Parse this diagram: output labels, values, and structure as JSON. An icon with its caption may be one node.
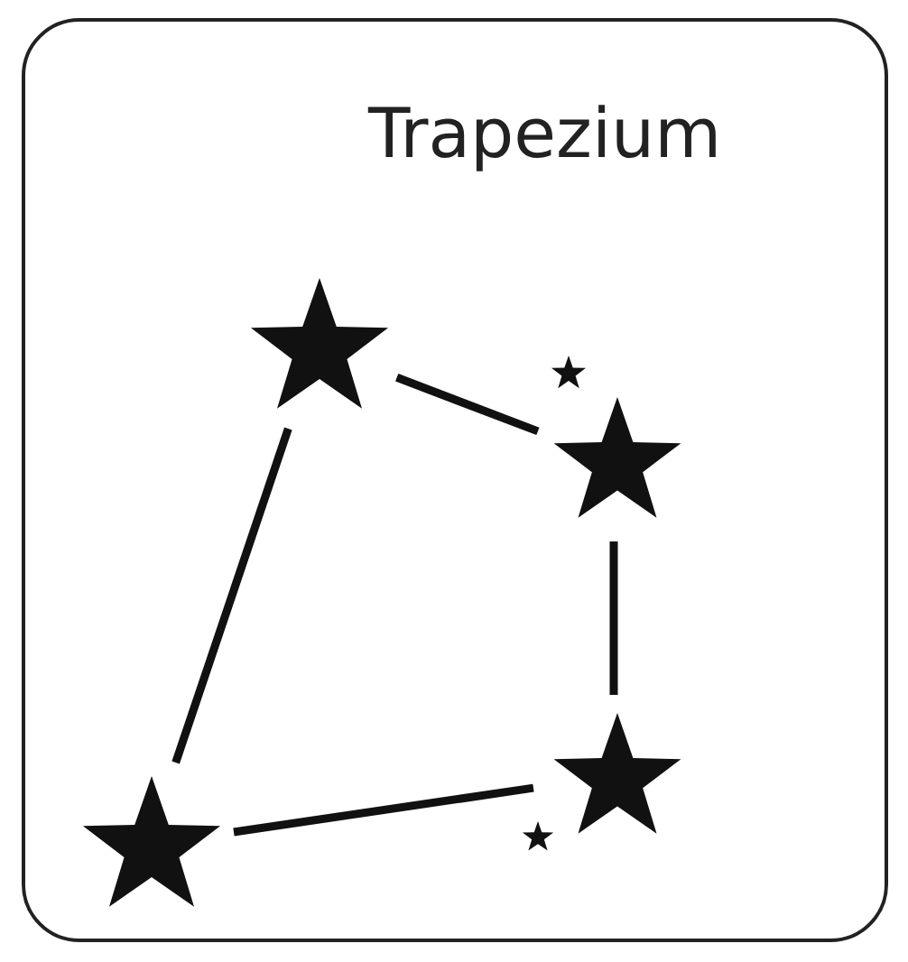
{
  "diagram": {
    "nodes": [
      {
        "text": [
          "Trapezium"
        ]
      },
      {
        "text": [],
        "shape": "star",
        "in": 0
      },
      {
        "text": [],
        "shape": "star",
        "in": 0
      },
      {
        "text": [],
        "shape": "star",
        "in": 0
      },
      {
        "text": [],
        "shape": "star",
        "in": 0
      },
      {
        "text": [],
        "shape": "star",
        "in": 0
      },
      {
        "text": [],
        "shape": "star",
        "in": 0
      }
    ],
    "edges": [
      {
        "from": 1,
        "to": 3,
        "arrow": "none"
      },
      {
        "from": 3,
        "to": 4,
        "arrow": "none"
      },
      {
        "from": 4,
        "to": 6,
        "arrow": "none"
      },
      {
        "from": 6,
        "to": 1,
        "arrow": "none"
      }
    ]
  }
}
